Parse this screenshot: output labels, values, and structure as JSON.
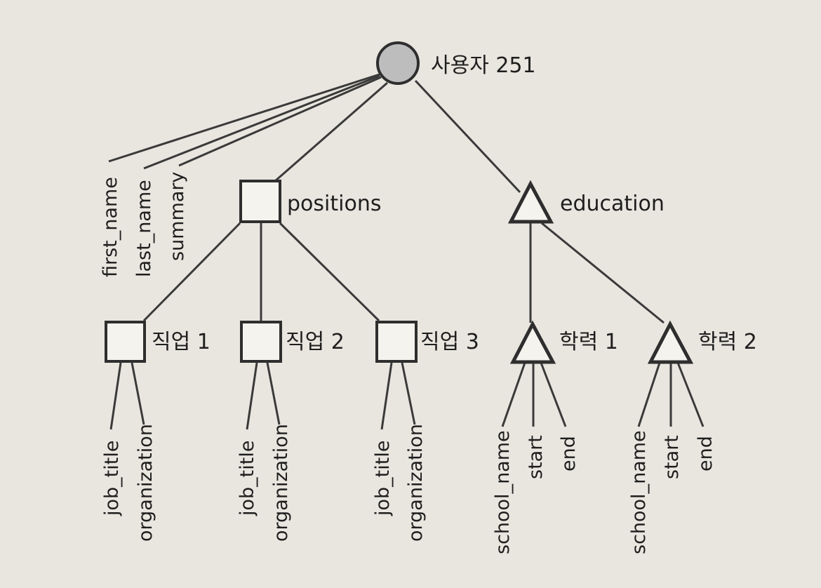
{
  "root": {
    "label": "사용자 251",
    "shape": "circle"
  },
  "root_fields": [
    "first_name",
    "last_name",
    "summary"
  ],
  "positions": {
    "label": "positions",
    "shape": "square",
    "children": [
      {
        "label": "직업 1",
        "fields": [
          "job_title",
          "organization"
        ]
      },
      {
        "label": "직업 2",
        "fields": [
          "job_title",
          "organization"
        ]
      },
      {
        "label": "직업 3",
        "fields": [
          "job_title",
          "organization"
        ]
      }
    ]
  },
  "education": {
    "label": "education",
    "shape": "triangle",
    "children": [
      {
        "label": "학력 1",
        "fields": [
          "school_name",
          "start",
          "end"
        ]
      },
      {
        "label": "학력 2",
        "fields": [
          "school_name",
          "start",
          "end"
        ]
      }
    ]
  },
  "colors": {
    "line": "#3a3a3a",
    "root_fill": "#bdbdbd",
    "background": "#e9e6df"
  }
}
